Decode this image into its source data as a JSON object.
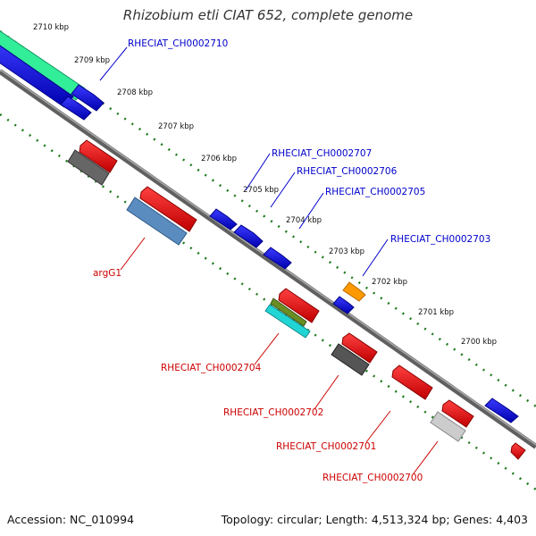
{
  "title": "Rhizobium etli CIAT 652, complete genome",
  "accession": "Accession: NC_010994",
  "summary": "Topology: circular; Length: 4,513,324 bp; Genes: 4,403",
  "colors": {
    "backbone": "#707070",
    "tick": "#1e7a1e",
    "forward_label": "#0000cc",
    "reverse_label": "#cc0000",
    "cds_forward": "#0000dd",
    "cds_reverse": "#ee0000"
  },
  "ticks": [
    "2710 kbp",
    "2709 kbp",
    "2708 kbp",
    "2707 kbp",
    "2706 kbp",
    "2705 kbp",
    "2704 kbp",
    "2703 kbp",
    "2702 kbp",
    "2701 kbp",
    "2700 kbp"
  ],
  "forward_labels": [
    "RHECIAT_CH0002710",
    "RHECIAT_CH0002707",
    "RHECIAT_CH0002706",
    "RHECIAT_CH0002705",
    "RHECIAT_CH0002703"
  ],
  "reverse_labels": [
    "argG1",
    "RHECIAT_CH0002704",
    "RHECIAT_CH0002702",
    "RHECIAT_CH0002701",
    "RHECIAT_CH0002700"
  ]
}
